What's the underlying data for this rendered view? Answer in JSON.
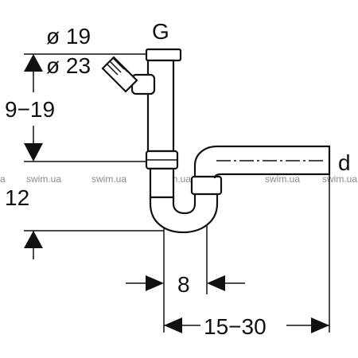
{
  "labels": {
    "connection_letter": "G",
    "outlet_letter": "d",
    "diameter_small": "ø 19",
    "diameter_large": "ø 23",
    "height_range": "9−19",
    "trap_depth": "12",
    "inner_offset": "8",
    "outlet_range": "15−30"
  },
  "watermarks": [
    "a",
    "swim.ua",
    "swim.ua",
    "swim.ua",
    "swim.ua",
    "swim.ua"
  ],
  "colors": {
    "line": "#111111",
    "watermark": "#8a8a8a",
    "background": "#ffffff"
  }
}
